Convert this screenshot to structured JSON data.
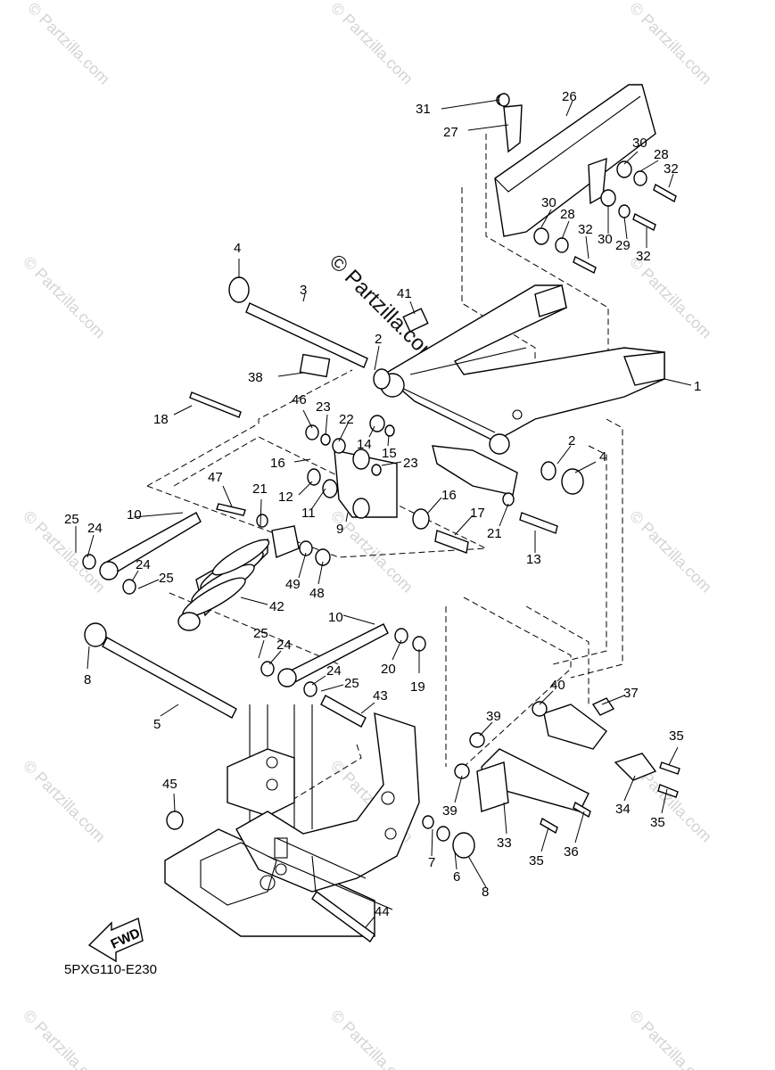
{
  "diagram_code": "5PXG110-E230",
  "fwd_label": "FWD",
  "center_watermark": "© Partzilla.com",
  "watermark_text": "© Partzilla.com",
  "callouts": [
    {
      "id": "1",
      "label": "1"
    },
    {
      "id": "2a",
      "label": "2"
    },
    {
      "id": "2b",
      "label": "2"
    },
    {
      "id": "3",
      "label": "3"
    },
    {
      "id": "4a",
      "label": "4"
    },
    {
      "id": "4b",
      "label": "4"
    },
    {
      "id": "5",
      "label": "5"
    },
    {
      "id": "6",
      "label": "6"
    },
    {
      "id": "7",
      "label": "7"
    },
    {
      "id": "8a",
      "label": "8"
    },
    {
      "id": "8b",
      "label": "8"
    },
    {
      "id": "9",
      "label": "9"
    },
    {
      "id": "10a",
      "label": "10"
    },
    {
      "id": "10b",
      "label": "10"
    },
    {
      "id": "11",
      "label": "11"
    },
    {
      "id": "12",
      "label": "12"
    },
    {
      "id": "13",
      "label": "13"
    },
    {
      "id": "14",
      "label": "14"
    },
    {
      "id": "15",
      "label": "15"
    },
    {
      "id": "16a",
      "label": "16"
    },
    {
      "id": "16b",
      "label": "16"
    },
    {
      "id": "17",
      "label": "17"
    },
    {
      "id": "18",
      "label": "18"
    },
    {
      "id": "19",
      "label": "19"
    },
    {
      "id": "20",
      "label": "20"
    },
    {
      "id": "21a",
      "label": "21"
    },
    {
      "id": "21b",
      "label": "21"
    },
    {
      "id": "22",
      "label": "22"
    },
    {
      "id": "23a",
      "label": "23"
    },
    {
      "id": "23b",
      "label": "23"
    },
    {
      "id": "24a",
      "label": "24"
    },
    {
      "id": "24b",
      "label": "24"
    },
    {
      "id": "24c",
      "label": "24"
    },
    {
      "id": "24d",
      "label": "24"
    },
    {
      "id": "25a",
      "label": "25"
    },
    {
      "id": "25b",
      "label": "25"
    },
    {
      "id": "25c",
      "label": "25"
    },
    {
      "id": "25d",
      "label": "25"
    },
    {
      "id": "26",
      "label": "26"
    },
    {
      "id": "27",
      "label": "27"
    },
    {
      "id": "28a",
      "label": "28"
    },
    {
      "id": "28b",
      "label": "28"
    },
    {
      "id": "29",
      "label": "29"
    },
    {
      "id": "30a",
      "label": "30"
    },
    {
      "id": "30b",
      "label": "30"
    },
    {
      "id": "30c",
      "label": "30"
    },
    {
      "id": "31",
      "label": "31"
    },
    {
      "id": "32a",
      "label": "32"
    },
    {
      "id": "32b",
      "label": "32"
    },
    {
      "id": "32c",
      "label": "32"
    },
    {
      "id": "33",
      "label": "33"
    },
    {
      "id": "34",
      "label": "34"
    },
    {
      "id": "35a",
      "label": "35"
    },
    {
      "id": "35b",
      "label": "35"
    },
    {
      "id": "35c",
      "label": "35"
    },
    {
      "id": "36",
      "label": "36"
    },
    {
      "id": "37",
      "label": "37"
    },
    {
      "id": "38",
      "label": "38"
    },
    {
      "id": "39a",
      "label": "39"
    },
    {
      "id": "39b",
      "label": "39"
    },
    {
      "id": "40",
      "label": "40"
    },
    {
      "id": "41",
      "label": "41"
    },
    {
      "id": "42",
      "label": "42"
    },
    {
      "id": "43",
      "label": "43"
    },
    {
      "id": "44",
      "label": "44"
    },
    {
      "id": "45",
      "label": "45"
    },
    {
      "id": "46",
      "label": "46"
    },
    {
      "id": "47",
      "label": "47"
    },
    {
      "id": "48",
      "label": "48"
    },
    {
      "id": "49",
      "label": "49"
    }
  ]
}
